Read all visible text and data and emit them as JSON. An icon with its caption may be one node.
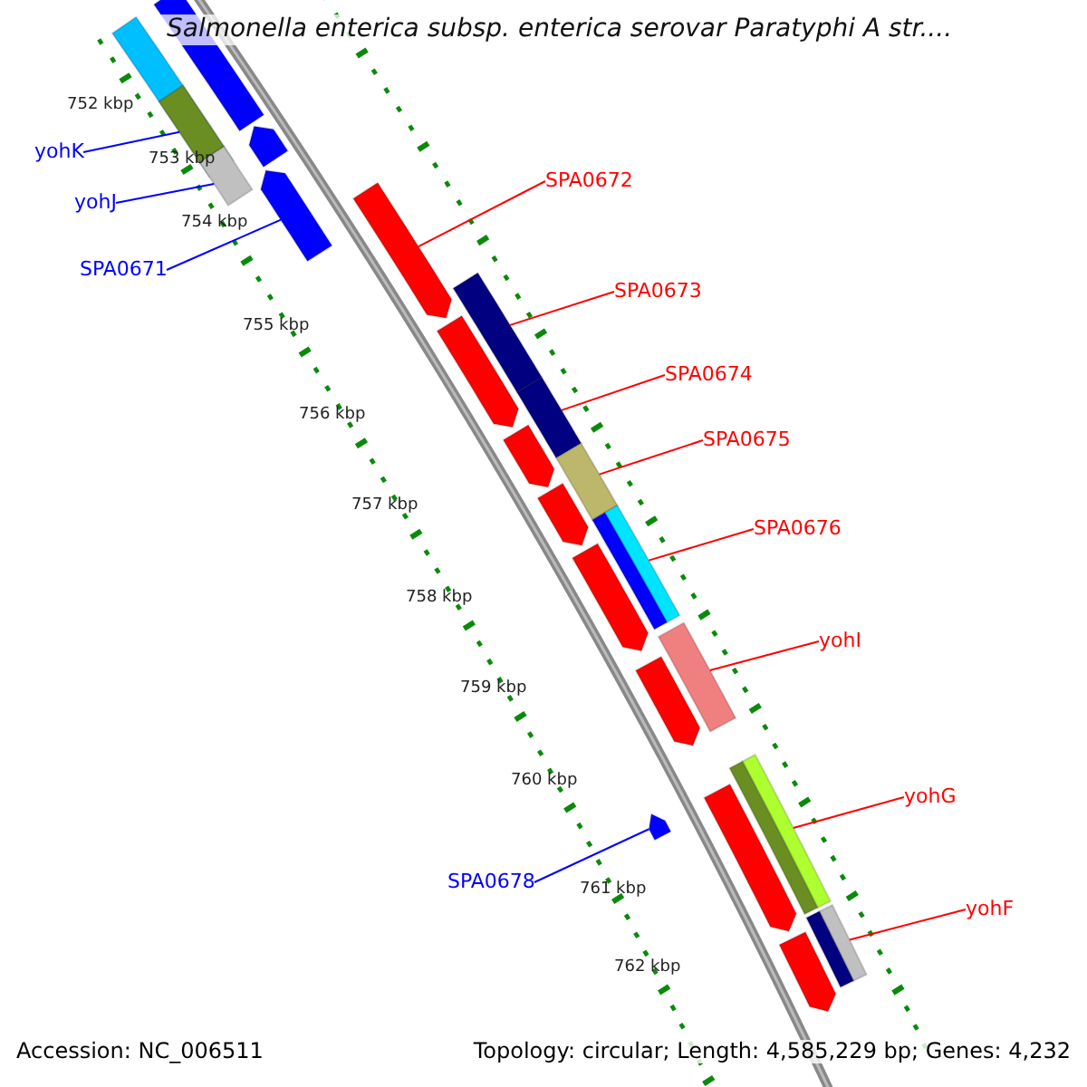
{
  "diagram": {
    "title": "Salmonella enterica subsp. enterica serovar Paratyphi A str....",
    "nodes": [
      {
        "text": [
          "yohK"
        ]
      },
      {
        "text": [
          "yohJ"
        ]
      },
      {
        "text": [
          "SPA0671"
        ]
      },
      {
        "text": [
          "SPA0672"
        ]
      },
      {
        "text": [
          "SPA0673"
        ]
      },
      {
        "text": [
          "SPA0674"
        ]
      },
      {
        "text": [
          "SPA0675"
        ]
      },
      {
        "text": [
          "SPA0676"
        ]
      },
      {
        "text": [
          "yohI"
        ]
      },
      {
        "text": [
          "yohG"
        ]
      },
      {
        "text": [
          "yohF"
        ]
      },
      {
        "text": [
          "SPA0678"
        ]
      },
      {
        "text": [],
        "shape": "bar"
      },
      {
        "text": [],
        "shape": "bar"
      },
      {
        "text": [],
        "shape": "bar"
      },
      {
        "text": [],
        "shape": "bar"
      },
      {
        "text": [],
        "shape": "bar"
      },
      {
        "text": [],
        "shape": "bar"
      },
      {
        "text": [],
        "shape": "bar"
      },
      {
        "text": [],
        "shape": "bar"
      },
      {
        "text": [],
        "shape": "bar"
      },
      {
        "text": [],
        "shape": "bar"
      },
      {
        "text": [],
        "shape": "bar"
      },
      {
        "text": [],
        "shape": "bar"
      }
    ],
    "edges": [
      {
        "from": 0,
        "to": 12,
        "arrow": "none",
        "color": "#0000ff"
      },
      {
        "from": 1,
        "to": 13,
        "arrow": "none",
        "color": "#0000ff"
      },
      {
        "from": 2,
        "to": 14,
        "arrow": "none",
        "color": "#0000ff"
      },
      {
        "from": 3,
        "to": 15,
        "arrow": "none"
      },
      {
        "from": 4,
        "to": 16,
        "arrow": "none"
      },
      {
        "from": 5,
        "to": 17,
        "arrow": "none"
      },
      {
        "from": 6,
        "to": 18,
        "arrow": "none"
      },
      {
        "from": 7,
        "to": 19,
        "arrow": "none"
      },
      {
        "from": 8,
        "to": 20,
        "arrow": "none"
      },
      {
        "from": 9,
        "to": 21,
        "arrow": "none"
      },
      {
        "from": 10,
        "to": 23,
        "arrow": "none"
      },
      {
        "from": 11,
        "to": 22,
        "arrow": "none",
        "color": "#0000ff"
      }
    ],
    "labels": [
      "752 kbp",
      "753 kbp",
      "754 kbp",
      "755 kbp",
      "756 kbp",
      "757 kbp",
      "758 kbp",
      "759 kbp",
      "760 kbp",
      "761 kbp",
      "762 kbp",
      "Accession: NC_006511",
      "Topology: circular; Length: 4,585,229 bp; Genes: 4,232"
    ]
  }
}
